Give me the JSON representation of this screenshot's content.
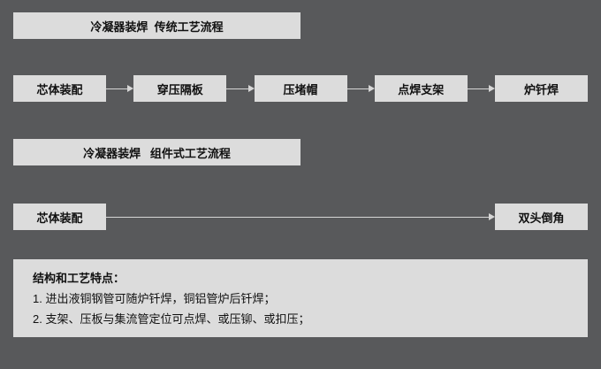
{
  "colors": {
    "background": "#58595b",
    "box_fill": "#dcdcdc",
    "text": "#111111",
    "arrow": "#d6d6d6"
  },
  "flow1": {
    "title": "冷凝器装焊  传统工艺流程",
    "steps": [
      "芯体装配",
      "穿压隔板",
      "压堵帽",
      "点焊支架",
      "炉钎焊"
    ]
  },
  "flow2": {
    "title": "冷凝器装焊   组件式工艺流程",
    "steps": [
      "芯体装配",
      "双头倒角"
    ]
  },
  "notes": {
    "title": "结构和工艺特点：",
    "lines": [
      "1. 进出液铜钢管可随炉钎焊，铜铝管炉后钎焊；",
      "2. 支架、压板与集流管定位可点焊、或压铆、或扣压；"
    ]
  }
}
